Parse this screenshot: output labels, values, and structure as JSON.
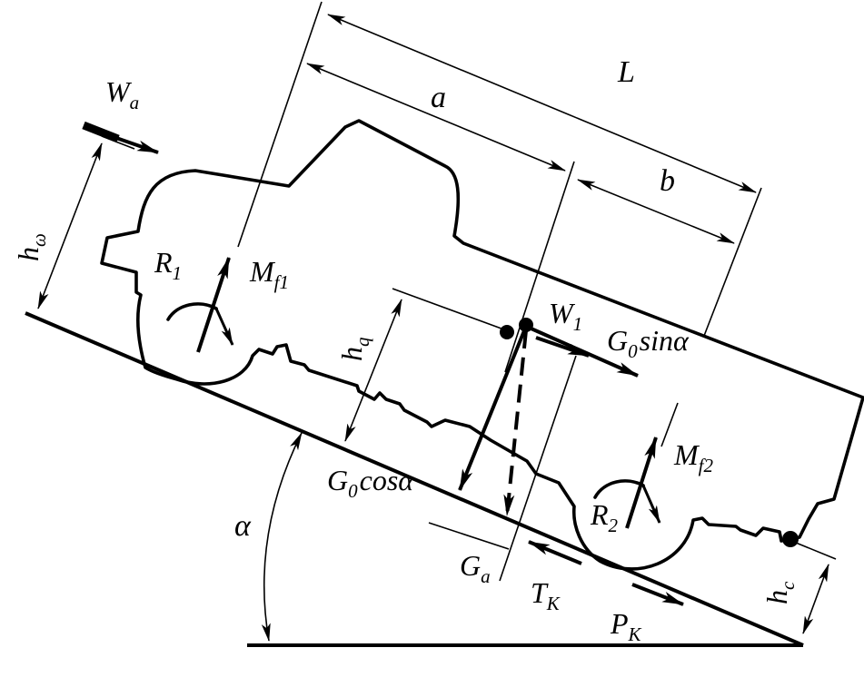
{
  "labels": {
    "L": "L",
    "a": "a",
    "b": "b",
    "Wa_main": "W",
    "Wa_sub": "a",
    "hw_main": "h",
    "hw_sub": "ω",
    "R1_main": "R",
    "R1_sub": "1",
    "Mf1_main": "M",
    "Mf1_sub": "f1",
    "hq_main": "h",
    "hq_sub": "q",
    "W1_main": "W",
    "W1_sub": "1",
    "G0sin_main": "G",
    "G0sin_sub": "0",
    "G0sin_rest": "sinα",
    "Mf2_main": "M",
    "Mf2_sub": "f2",
    "R2_main": "R",
    "R2_sub": "2",
    "G0cos_main": "G",
    "G0cos_sub": "0",
    "G0cos_rest": "cosα",
    "Ga_main": "G",
    "Ga_sub": "a",
    "Tk_main": "T",
    "Tk_sub": "K",
    "Pk_main": "P",
    "Pk_sub": "K",
    "hc_main": "h",
    "hc_sub": "c",
    "alpha": "α"
  },
  "colors": {
    "stroke": "#000000",
    "background": "#ffffff"
  }
}
